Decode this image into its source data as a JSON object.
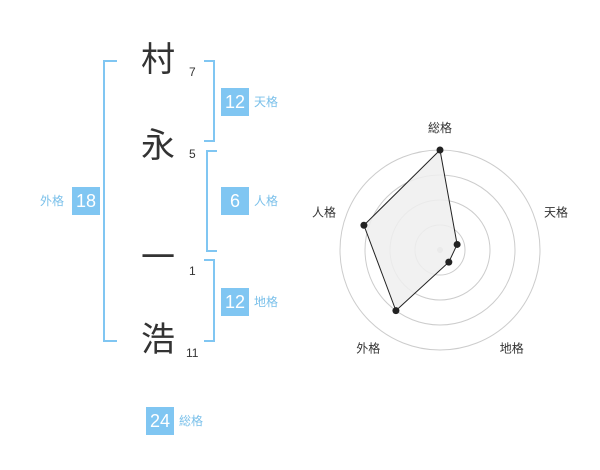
{
  "name": {
    "chars": [
      {
        "char": "村",
        "strokes": "7"
      },
      {
        "char": "永",
        "strokes": "5"
      },
      {
        "char": "一",
        "strokes": "1"
      },
      {
        "char": "浩",
        "strokes": "11"
      }
    ]
  },
  "kakusu": {
    "tenkaku": {
      "value": "12",
      "label": "天格"
    },
    "jinkaku": {
      "value": "6",
      "label": "人格"
    },
    "chikaku": {
      "value": "12",
      "label": "地格"
    },
    "gaikaku": {
      "value": "18",
      "label": "外格"
    },
    "soukaku": {
      "value": "24",
      "label": "総格"
    }
  },
  "chart_data": {
    "type": "radar",
    "axes": [
      "総格",
      "天格",
      "地格",
      "外格",
      "人格"
    ],
    "values": [
      1.0,
      0.18,
      0.15,
      0.75,
      0.8
    ],
    "rings": 4,
    "colors": {
      "fill": "#eeeeee",
      "line": "#222222",
      "grid": "#cccccc",
      "accent": "#80c6f2"
    }
  }
}
